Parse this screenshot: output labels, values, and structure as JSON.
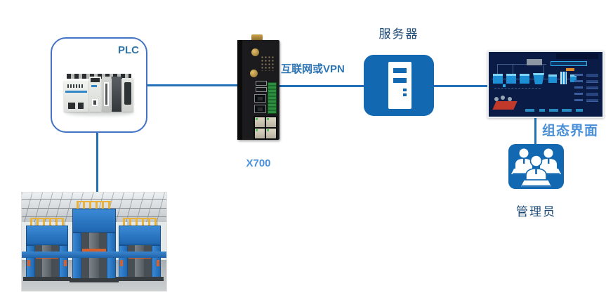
{
  "diagram": {
    "plc": {
      "label": "PLC",
      "icon": "plc-rack-image"
    },
    "machine": {
      "icon": "hydraulic-press-factory-photo"
    },
    "gateway": {
      "label": "X700",
      "icon": "x700-industrial-router-image"
    },
    "link": {
      "label": "互联网或VPN"
    },
    "server": {
      "label": "服务器",
      "icon": "server-tower-icon"
    },
    "scada": {
      "label": "组态界面",
      "icon": "scada-hmi-screen"
    },
    "admin": {
      "label": "管理员",
      "icon": "operators-team-icon"
    },
    "colors": {
      "connector_line": "#2271B8",
      "label_bold_blue": "#2E75B6",
      "label_light_blue": "#4A90D9",
      "label_navy": "#1B4A77",
      "icon_blue": "#1268B1",
      "scada_background": "#0A1C46",
      "scada_accent": "#1D8FD4",
      "plc_border": "#4472C4"
    }
  }
}
